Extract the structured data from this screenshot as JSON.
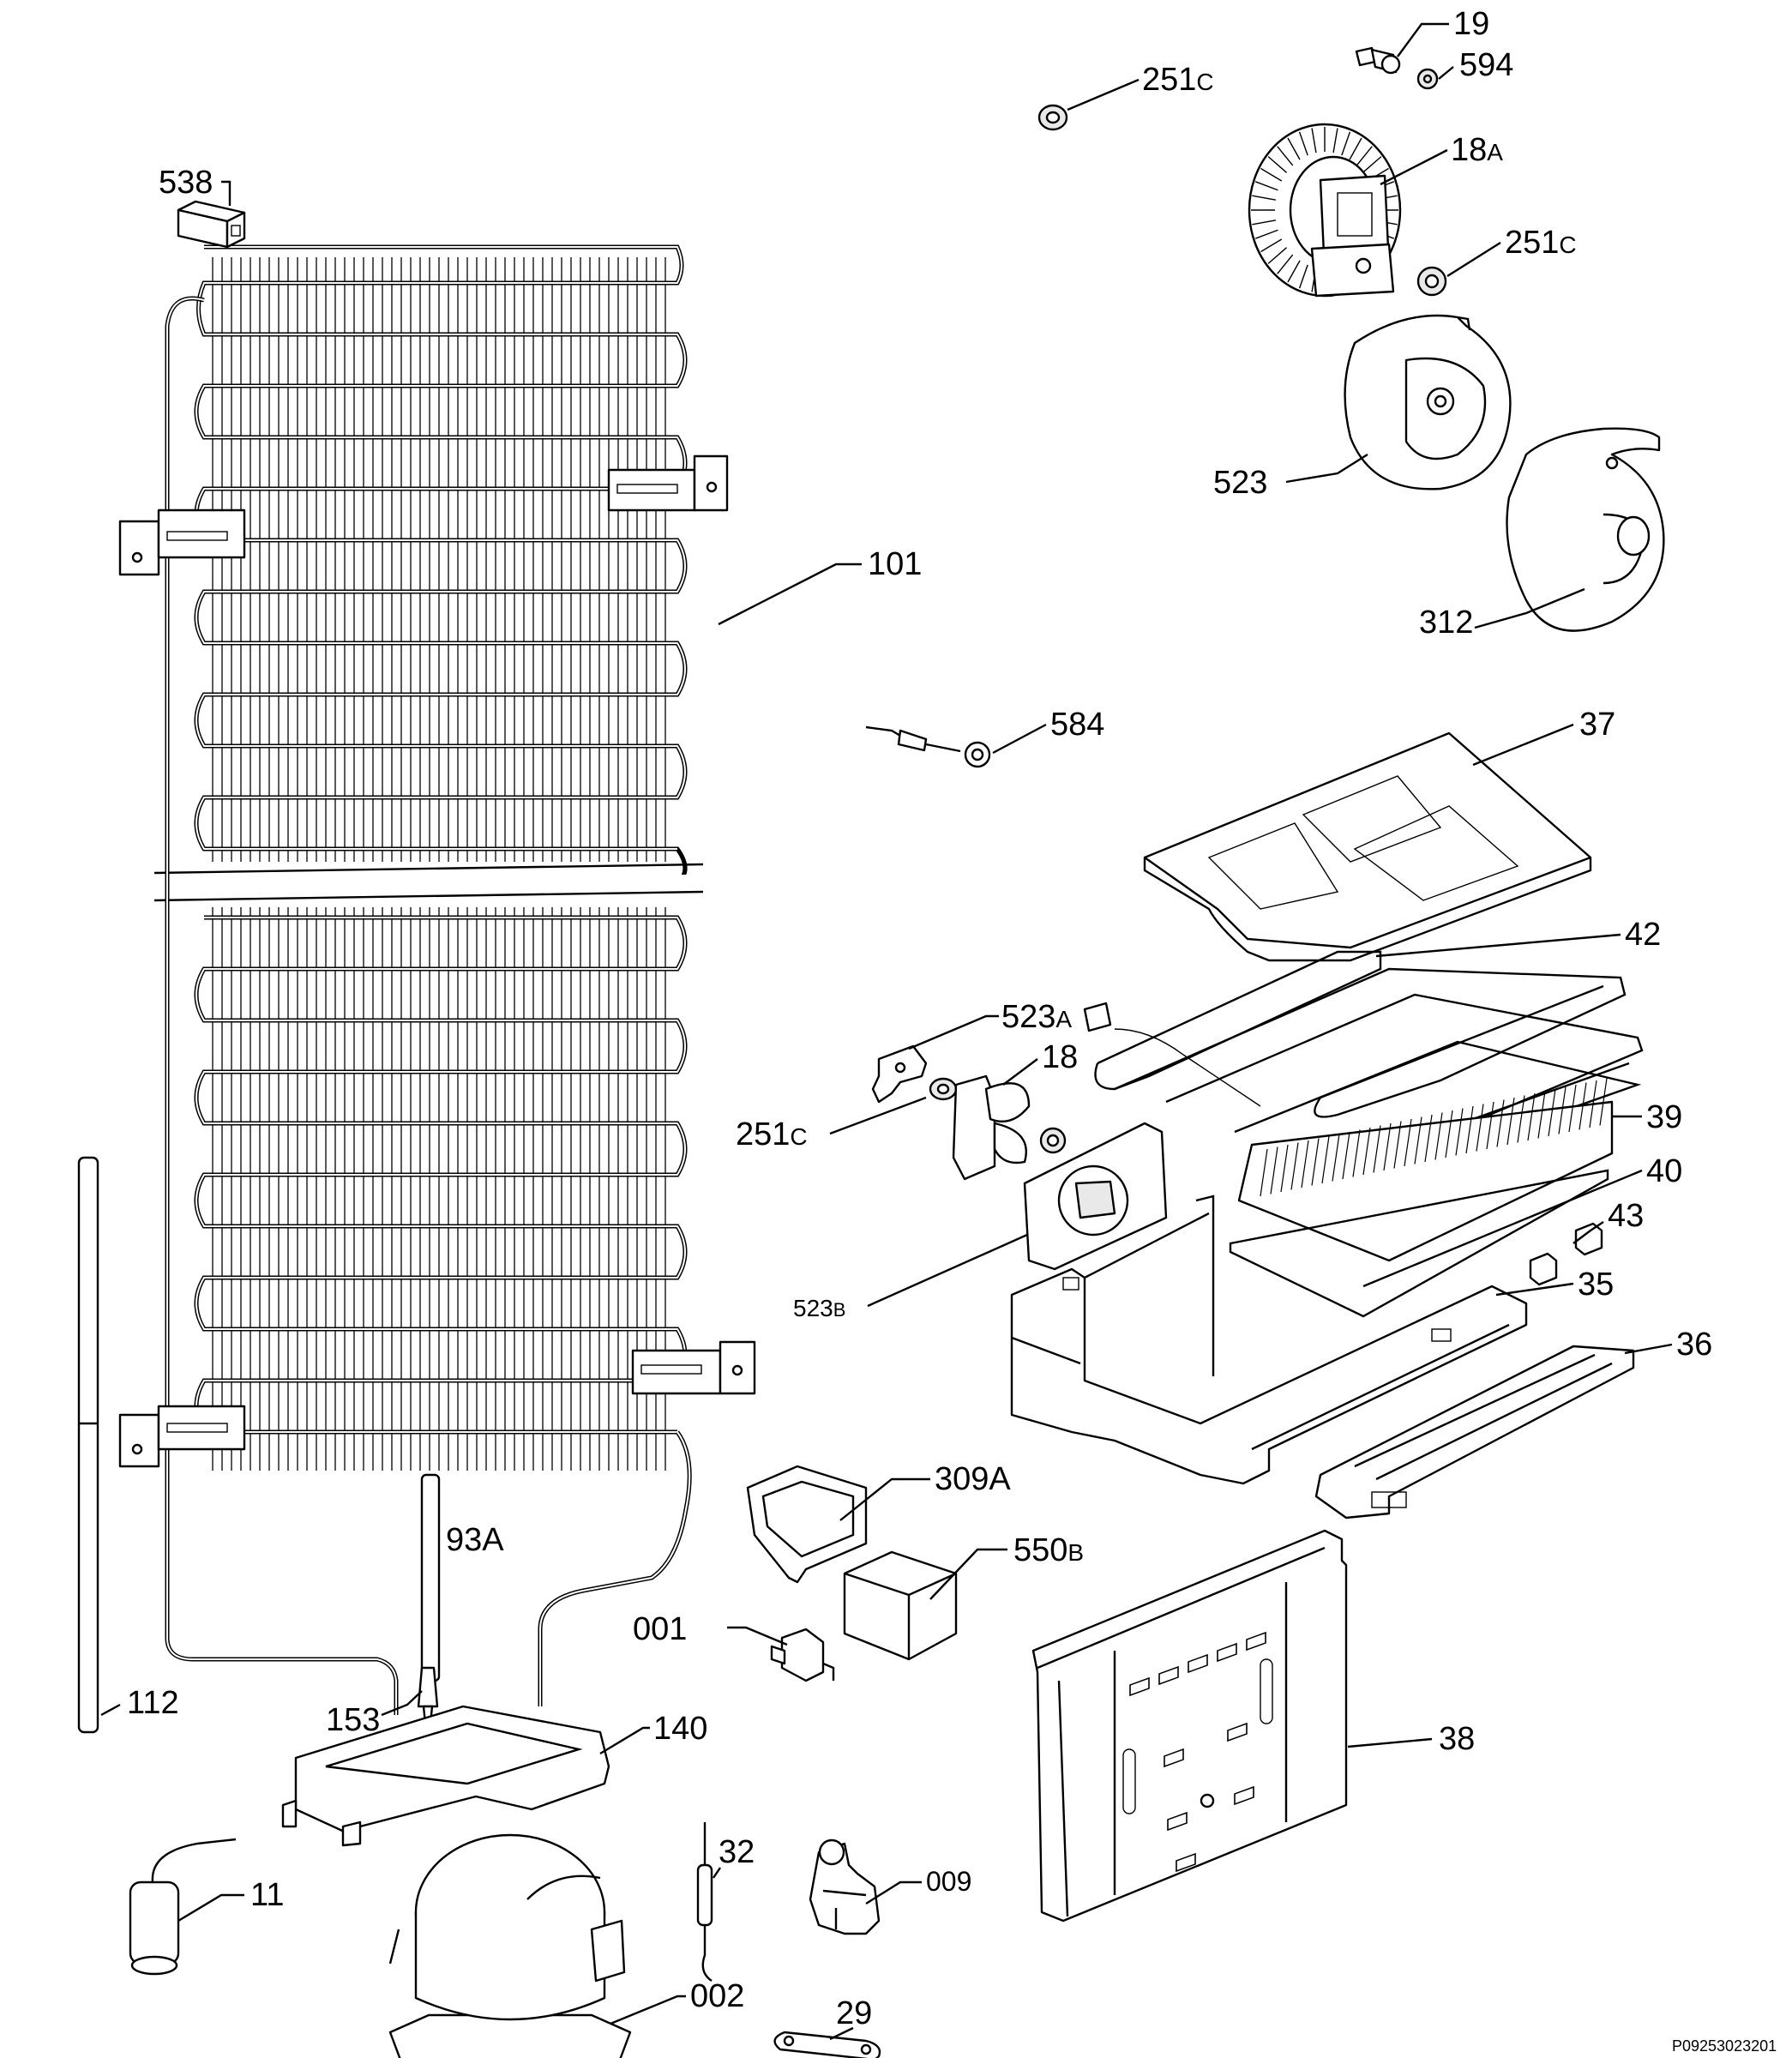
{
  "diagram_code": "P09253023201",
  "labels": [
    {
      "id": "19",
      "main": "19",
      "suffix": ""
    },
    {
      "id": "594",
      "main": "594",
      "suffix": ""
    },
    {
      "id": "251c-top",
      "main": "251",
      "suffix": "C"
    },
    {
      "id": "18a",
      "main": "18",
      "suffix": "A"
    },
    {
      "id": "251c-mid",
      "main": "251",
      "suffix": "C"
    },
    {
      "id": "538",
      "main": "538",
      "suffix": ""
    },
    {
      "id": "523",
      "main": "523",
      "suffix": ""
    },
    {
      "id": "101",
      "main": "101",
      "suffix": ""
    },
    {
      "id": "312",
      "main": "312",
      "suffix": ""
    },
    {
      "id": "584",
      "main": "584",
      "suffix": ""
    },
    {
      "id": "37",
      "main": "37",
      "suffix": ""
    },
    {
      "id": "42",
      "main": "42",
      "suffix": ""
    },
    {
      "id": "523a",
      "main": "523",
      "suffix": "A"
    },
    {
      "id": "18",
      "main": "18",
      "suffix": ""
    },
    {
      "id": "251c-low",
      "main": "251",
      "suffix": "C"
    },
    {
      "id": "39",
      "main": "39",
      "suffix": ""
    },
    {
      "id": "40",
      "main": "40",
      "suffix": ""
    },
    {
      "id": "43",
      "main": "43",
      "suffix": ""
    },
    {
      "id": "523b",
      "main": "523",
      "suffix": "B"
    },
    {
      "id": "35",
      "main": "35",
      "suffix": ""
    },
    {
      "id": "36",
      "main": "36",
      "suffix": ""
    },
    {
      "id": "309a",
      "main": "309A",
      "suffix": ""
    },
    {
      "id": "93a",
      "main": "93A",
      "suffix": ""
    },
    {
      "id": "550b",
      "main": "550",
      "suffix": "B"
    },
    {
      "id": "001",
      "main": "001",
      "suffix": ""
    },
    {
      "id": "112",
      "main": "112",
      "suffix": ""
    },
    {
      "id": "153",
      "main": "153",
      "suffix": ""
    },
    {
      "id": "140",
      "main": "140",
      "suffix": ""
    },
    {
      "id": "38",
      "main": "38",
      "suffix": ""
    },
    {
      "id": "32",
      "main": "32",
      "suffix": ""
    },
    {
      "id": "009",
      "main": "009",
      "suffix": ""
    },
    {
      "id": "11",
      "main": "11",
      "suffix": ""
    },
    {
      "id": "002",
      "main": "002",
      "suffix": ""
    },
    {
      "id": "29",
      "main": "29",
      "suffix": ""
    }
  ]
}
